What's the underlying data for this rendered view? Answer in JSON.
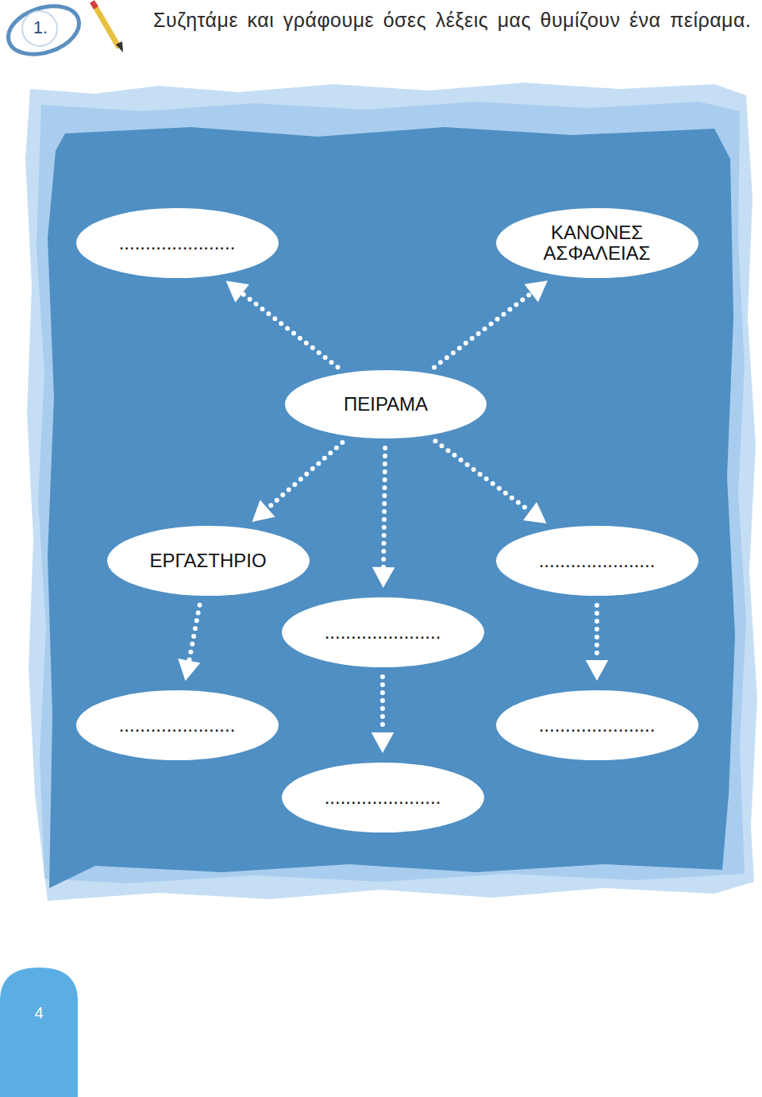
{
  "diagram": {
    "title": "Συζητάμε και γράφουμε όσες λέξεις μας θυμίζουν ένα πείραμα.",
    "nodes": [
      {
        "text": [
          "......................"
        ]
      },
      {
        "text": [
          "ΚΑΝΟΝΕΣ ΑΣΦΑΛΕΙΑΣ"
        ]
      },
      {
        "text": [
          "ΠΕΙΡΑΜΑ"
        ]
      },
      {
        "text": [
          "ΕΡΓΑΣΤΗΡΙΟ"
        ]
      },
      {
        "text": [
          "......................"
        ]
      },
      {
        "text": [
          "......................"
        ]
      },
      {
        "text": [
          "......................"
        ]
      },
      {
        "text": [
          "......................"
        ]
      },
      {
        "text": [
          "......................"
        ]
      }
    ],
    "edges": [
      {
        "from": 2,
        "to": 0,
        "arrow": "to"
      },
      {
        "from": 2,
        "to": 1,
        "arrow": "to"
      },
      {
        "from": 2,
        "to": 3,
        "arrow": "to"
      },
      {
        "from": 2,
        "to": 5,
        "arrow": "to"
      },
      {
        "from": 2,
        "to": 4,
        "arrow": "to"
      },
      {
        "from": 3,
        "to": 6,
        "arrow": "to"
      },
      {
        "from": 5,
        "to": 8,
        "arrow": "to"
      },
      {
        "from": 4,
        "to": 7,
        "arrow": "to"
      }
    ],
    "labels": [
      "1.",
      "4"
    ]
  }
}
